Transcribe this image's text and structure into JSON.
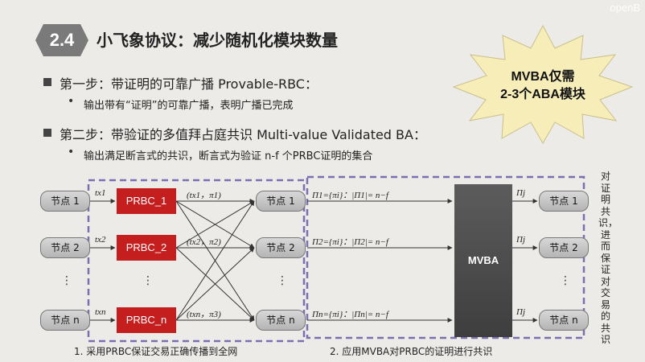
{
  "logo": "openB",
  "section": {
    "number": "2.4",
    "title": "小飞象协议：减少随机化模块数量"
  },
  "bullets": [
    {
      "heading": "第一步：带证明的可靠广播 Provable-RBC：",
      "sub": "输出带有“证明”的可靠广播，表明广播已完成"
    },
    {
      "heading": "第二步：带验证的多值拜占庭共识 Multi-value Validated BA：",
      "sub": "输出满足断言式的共识，断言式为验证 n-f 个PRBC证明的集合"
    }
  ],
  "callout": [
    "MVBA仅需",
    "2-3个ABA模块"
  ],
  "diagram": {
    "nodes_in": [
      "节点 1",
      "节点 2",
      "节点 n"
    ],
    "tx_labels": [
      "tx1",
      "tx2",
      "txn"
    ],
    "prbc": [
      "PRBC_1",
      "PRBC_2",
      "PRBC_n"
    ],
    "proof_labels": [
      "(tx1，π1)",
      "(tx2，π2)",
      "(txn，π3)"
    ],
    "nodes_mid": [
      "节点 1",
      "节点 2",
      "节点 n"
    ],
    "pi_sets": [
      "Π1={πi}：|Π1|= n−f",
      "Π2={πi}：|Π2|= n−f",
      "Πn={πi}：|Πn|= n−f"
    ],
    "mvba": "MVBA",
    "out_labels": [
      "Πj",
      "Πj",
      "Πj"
    ],
    "nodes_out": [
      "节点 1",
      "节点 2",
      "节点 n"
    ],
    "ellipsis": "⋮",
    "caption_left": "1. 采用PRBC保证交易正确传播到全网",
    "caption_right": "2. 应用MVBA对PRBC的证明进行共识",
    "side_note": "对证明共识，进而保证对交易的共识"
  },
  "colors": {
    "prbc": "#c41e1e",
    "mvba": "#4a4a4a",
    "dashed": "#7b6fb0",
    "star": "#f6edb8"
  }
}
